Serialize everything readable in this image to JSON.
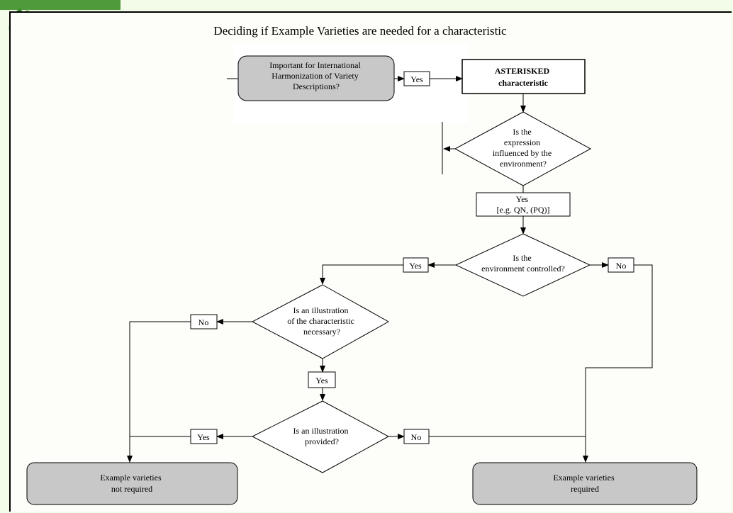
{
  "title": "Deciding if Example Varieties are needed for a characteristic",
  "nodes": {
    "start": [
      "Important for International",
      "Harmonization of Variety",
      "Descriptions?"
    ],
    "asterisked": [
      "ASTERISKED",
      "characteristic"
    ],
    "influenced": [
      "Is the",
      "expression",
      "influenced by the",
      "environment?"
    ],
    "yes_qn": [
      "Yes",
      "[e.g. QN, (PQ)]"
    ],
    "controlled": [
      "Is the",
      "environment controlled?"
    ],
    "illustration_necessary": [
      "Is an illustration",
      "of the characteristic",
      "necessary?"
    ],
    "illustration_provided": [
      "Is an illustration",
      "provided?"
    ],
    "not_required": [
      "Example varieties",
      "not required"
    ],
    "required": [
      "Example varieties",
      "required"
    ]
  },
  "labels": {
    "yes": "Yes",
    "no": "No"
  },
  "colors": {
    "terminal_fill": "#c8c8c8",
    "background": "#f3fbe9",
    "canvas": "#fdfef9",
    "logo": "#3a8a2a"
  }
}
